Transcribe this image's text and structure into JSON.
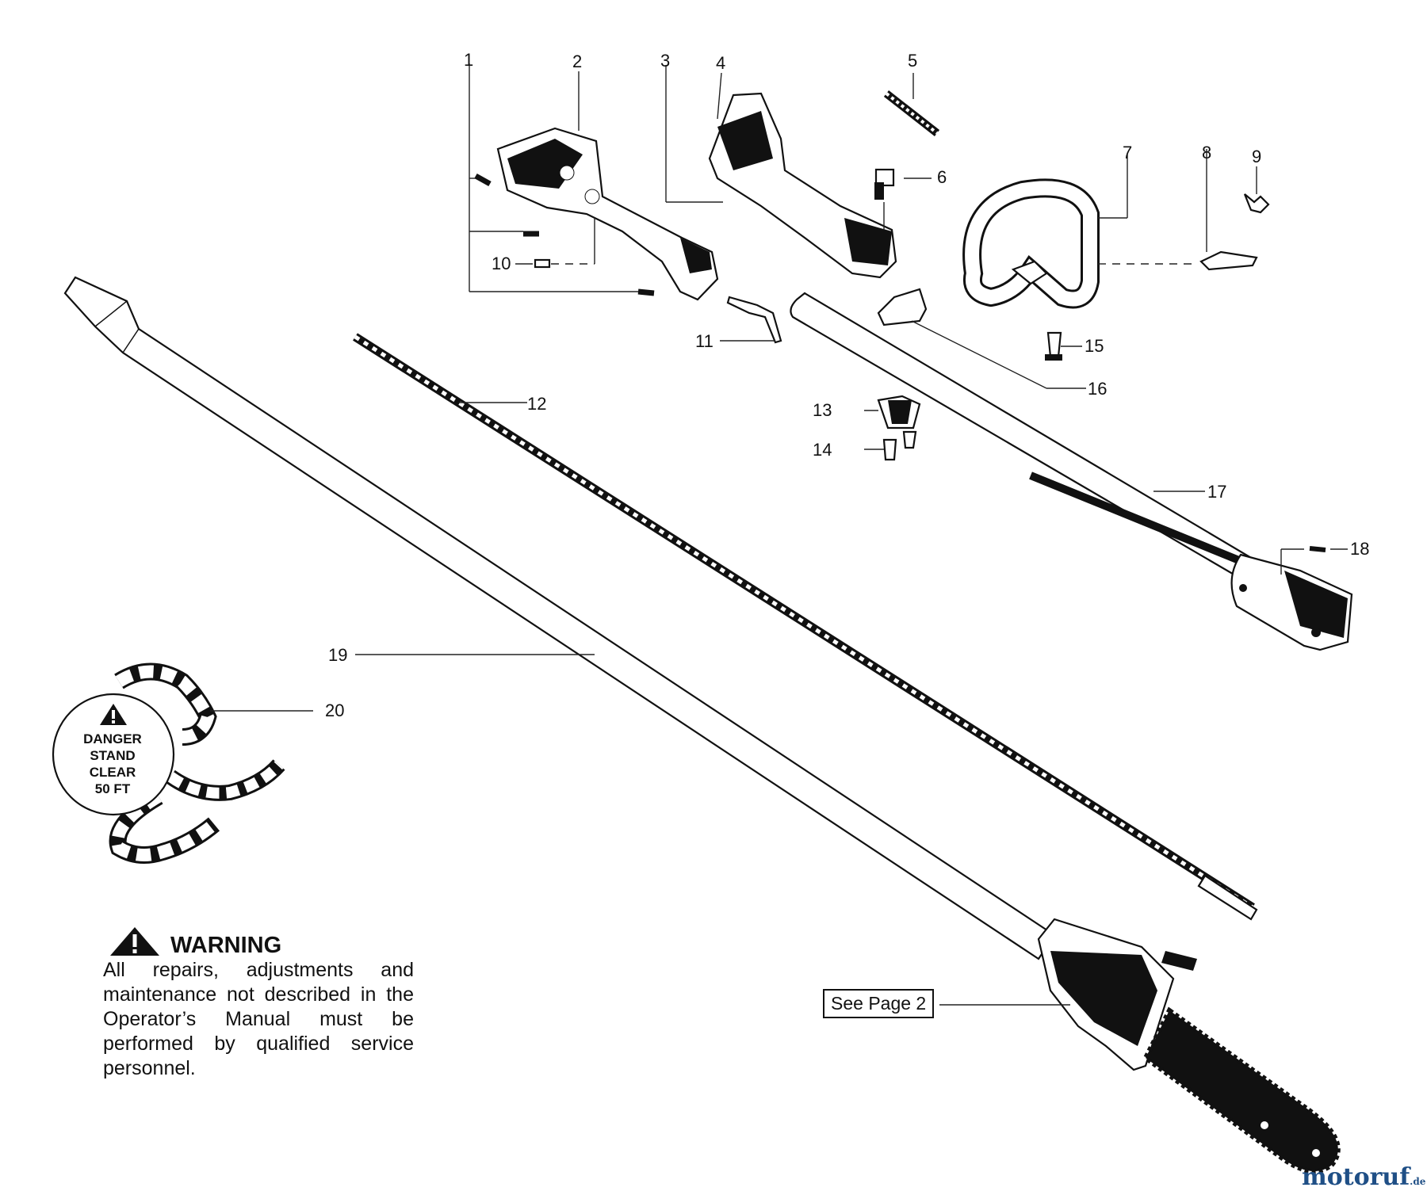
{
  "part_labels": [
    "1",
    "2",
    "3",
    "4",
    "5",
    "6",
    "7",
    "8",
    "9",
    "10",
    "11",
    "12",
    "13",
    "14",
    "15",
    "16",
    "17",
    "18",
    "19",
    "20"
  ],
  "danger_decal": {
    "lines": [
      "DANGER",
      "STAND",
      "CLEAR",
      "50 FT"
    ]
  },
  "warning": {
    "title": "WARNING",
    "body": "All repairs, adjustments and maintenance not described in the Operator’s Manual must be performed by qualified service personnel."
  },
  "reference_box": "See Page 2",
  "watermark": {
    "text": "motoruf",
    "suffix": ".de"
  }
}
